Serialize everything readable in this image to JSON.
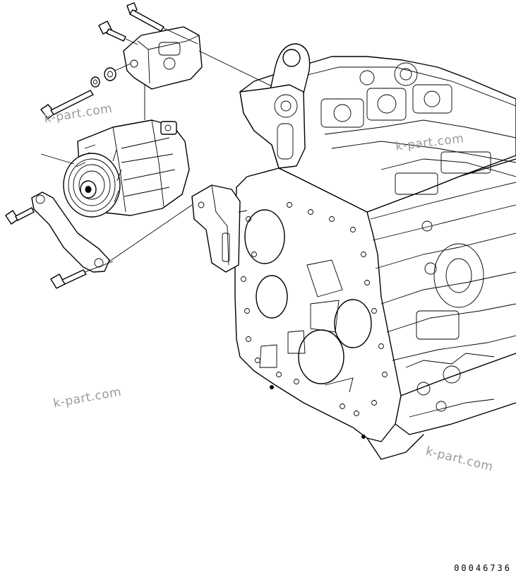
{
  "drawing": {
    "document_number": "00046736",
    "parts": [
      {
        "name": "alternator",
        "icon": "alternator-icon"
      },
      {
        "name": "alternator bracket",
        "icon": "bracket-icon"
      },
      {
        "name": "adjusting stay",
        "icon": "stay-icon"
      },
      {
        "name": "mounting bolt",
        "icon": "bolt-icon"
      },
      {
        "name": "spacer",
        "icon": "spacer-icon"
      },
      {
        "name": "cylinder block / gear case",
        "icon": "engine-block-icon"
      }
    ]
  },
  "watermarks": [
    {
      "text": "k-part.com"
    },
    {
      "text": "k-part.com"
    },
    {
      "text": "k-part.com"
    },
    {
      "text": "k-part.com"
    }
  ]
}
